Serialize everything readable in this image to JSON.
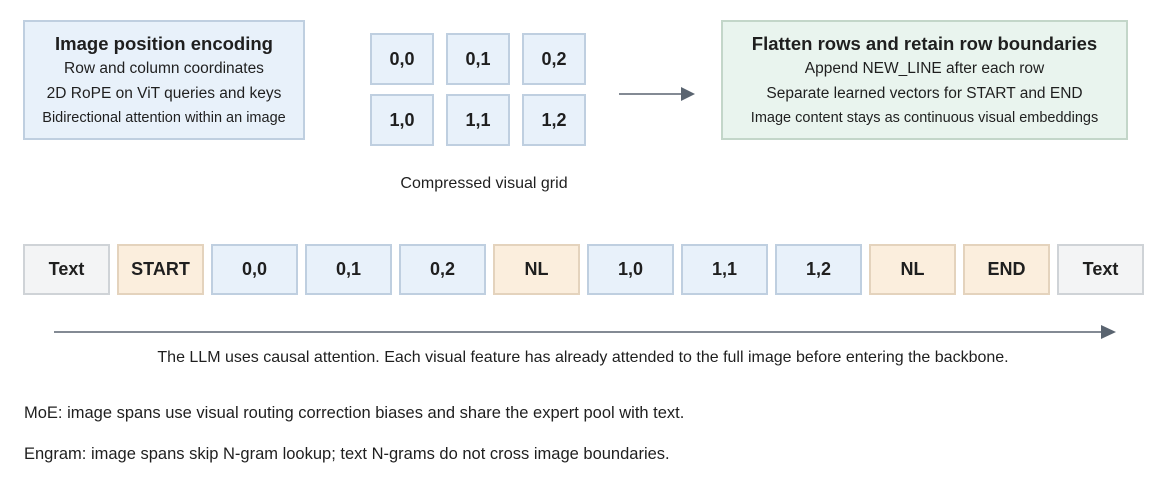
{
  "position_box": {
    "title": "Image position encoding",
    "lines": [
      "Row and column coordinates",
      "2D RoPE on ViT queries and keys",
      "Bidirectional attention within an image"
    ]
  },
  "grid": {
    "cells": [
      "0,0",
      "0,1",
      "0,2",
      "1,0",
      "1,1",
      "1,2"
    ],
    "caption": "Compressed visual grid"
  },
  "flatten_box": {
    "title": "Flatten rows and retain row boundaries",
    "lines": [
      "Append NEW_LINE after each row",
      "Separate learned vectors for START and END",
      "Image content stays as continuous visual embeddings"
    ]
  },
  "sequence": {
    "tokens": [
      {
        "label": "Text",
        "kind": "neutral"
      },
      {
        "label": "START",
        "kind": "special"
      },
      {
        "label": "0,0",
        "kind": "visual"
      },
      {
        "label": "0,1",
        "kind": "visual"
      },
      {
        "label": "0,2",
        "kind": "visual"
      },
      {
        "label": "NL",
        "kind": "special"
      },
      {
        "label": "1,0",
        "kind": "visual"
      },
      {
        "label": "1,1",
        "kind": "visual"
      },
      {
        "label": "1,2",
        "kind": "visual"
      },
      {
        "label": "NL",
        "kind": "special"
      },
      {
        "label": "END",
        "kind": "special"
      },
      {
        "label": "Text",
        "kind": "neutral"
      }
    ],
    "caption": "The LLM uses causal attention. Each visual feature has already attended to the full image before entering the backbone."
  },
  "notes": {
    "moe": "MoE: image spans use visual routing correction biases and share the expert pool with text.",
    "engram": "Engram: image spans skip N-gram lookup; text N-grams do not cross image boundaries."
  },
  "colors": {
    "visual_fill": "#e8f1fa",
    "special_fill": "#fbeedd",
    "neutral_fill": "#f3f4f5",
    "flatten_fill": "#e9f4ee",
    "arrow": "#5a6470"
  }
}
